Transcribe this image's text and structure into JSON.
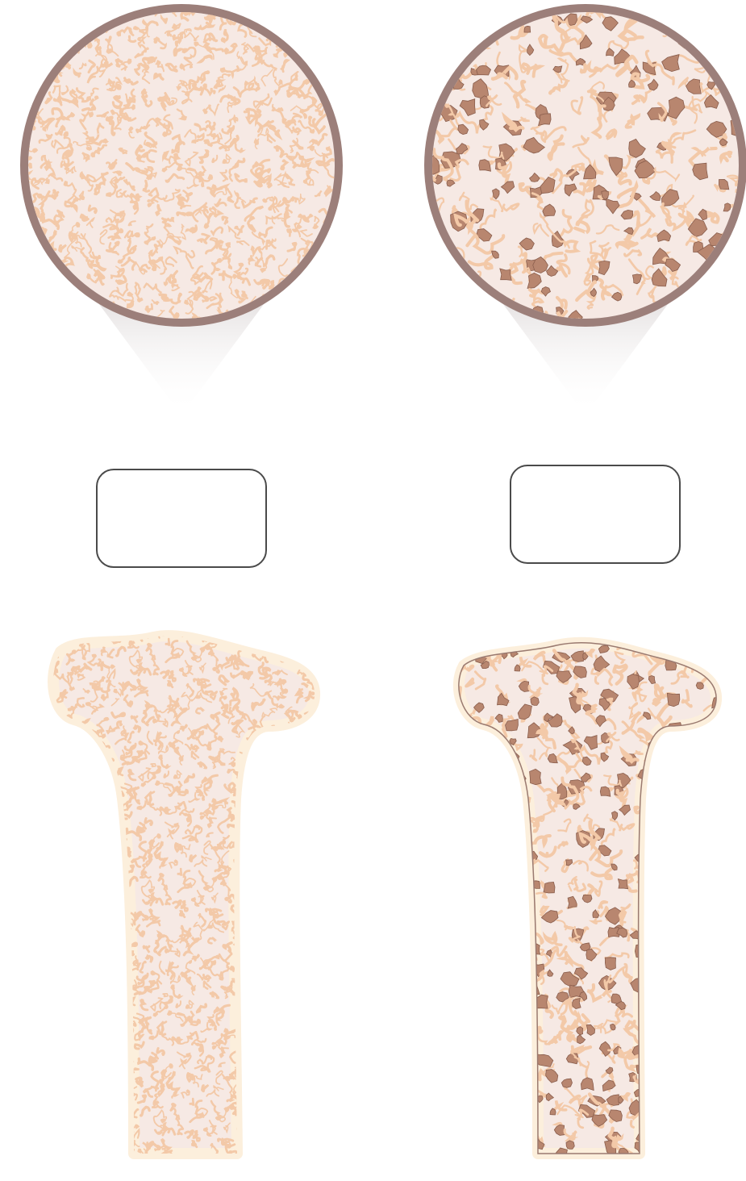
{
  "panels": {
    "left": {
      "name": "healthy-bone",
      "label_text": "",
      "pattern": "dense"
    },
    "right": {
      "name": "porous-bone",
      "label_text": "",
      "pattern": "porous"
    }
  },
  "colors": {
    "background": "#ffffff",
    "ring": "#9c7f7a",
    "bone_fill": "#f6e9e4",
    "trabecula": "#f3c9a8",
    "pore": "#b8866f",
    "pore_outline": "#8a5e4d",
    "halo": "#fcefdc",
    "pointer_shadow": "#d9d4d4",
    "label_border": "#4a4a4a"
  }
}
